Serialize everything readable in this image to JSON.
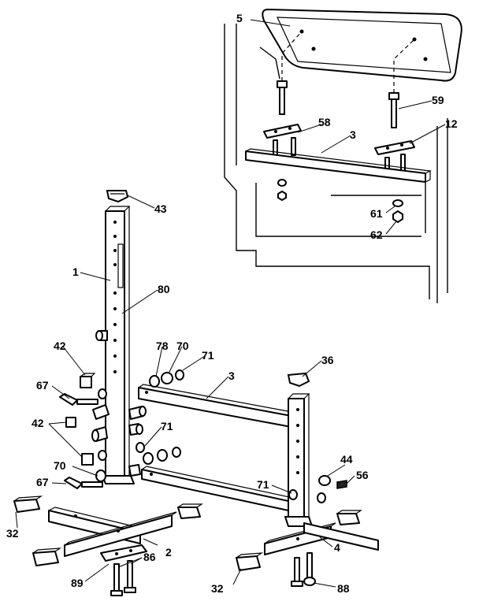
{
  "callouts": {
    "c5": "5",
    "c58": "58",
    "c3_top": "3",
    "c59": "59",
    "c12": "12",
    "c61": "61",
    "c62": "62",
    "c43": "43",
    "c1": "1",
    "c80": "80",
    "c42_a": "42",
    "c78": "78",
    "c70_a": "70",
    "c71_a": "71",
    "c67_a": "67",
    "c3_mid": "3",
    "c36": "36",
    "c42_b": "42",
    "c71_b": "71",
    "c70_b": "70",
    "c67_b": "67",
    "c44": "44",
    "c56": "56",
    "c71_c": "71",
    "c32_a": "32",
    "c2": "2",
    "c86": "86",
    "c89": "89",
    "c4": "4",
    "c32_b": "32",
    "c88": "88"
  }
}
